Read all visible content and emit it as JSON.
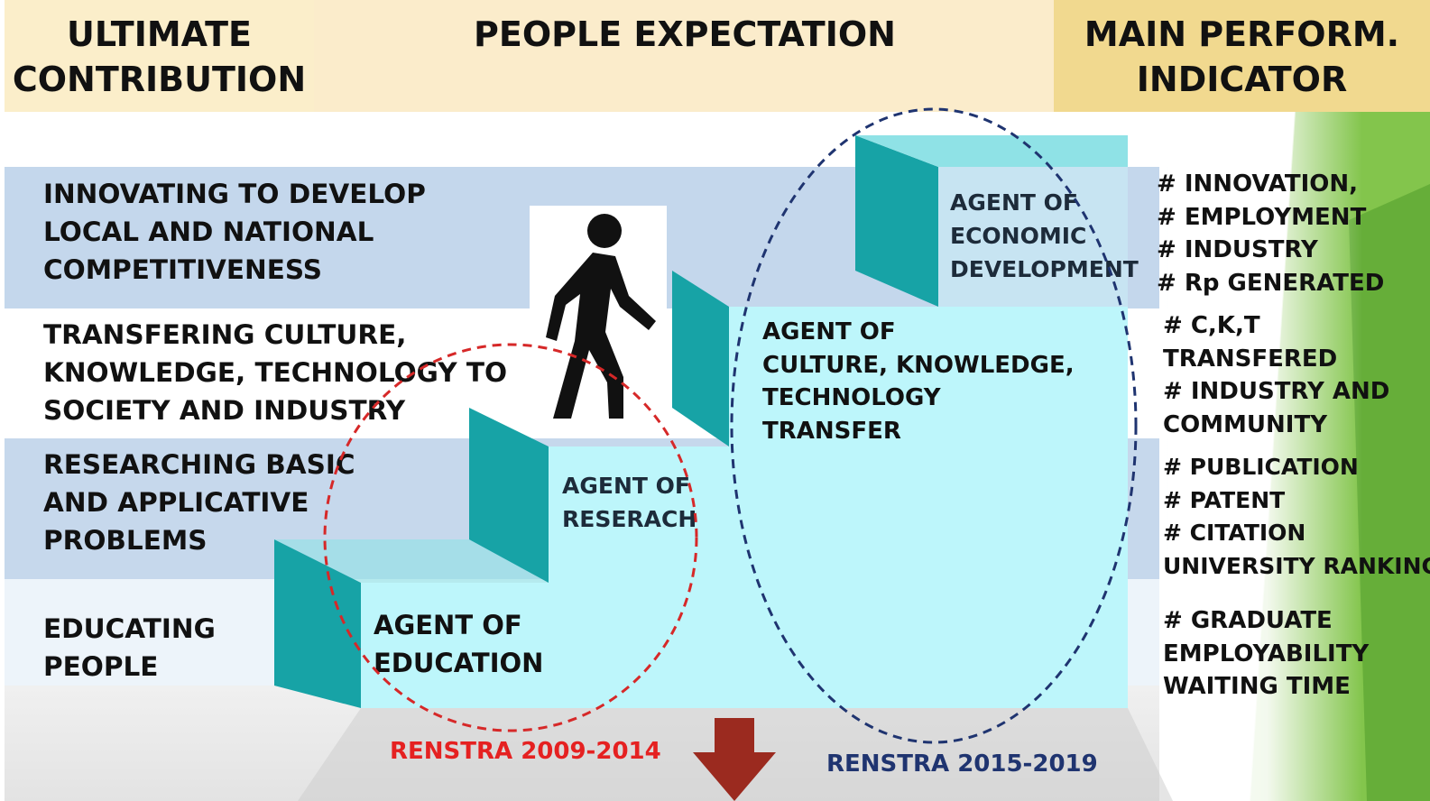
{
  "headers": {
    "left": [
      "ULTIMATE",
      "CONTRIBUTION"
    ],
    "middle": "PEOPLE EXPECTATION",
    "right": [
      "MAIN PERFORM.",
      "INDICATOR"
    ]
  },
  "rows": [
    {
      "label": [
        "INNOVATING TO DEVELOP",
        "LOCAL AND NATIONAL",
        "COMPETITIVENESS"
      ]
    },
    {
      "label": [
        "TRANSFERING CULTURE,",
        "KNOWLEDGE, TECHNOLOGY TO",
        "SOCIETY AND INDUSTRY"
      ]
    },
    {
      "label": [
        "RESEARCHING BASIC",
        "AND APPLICATIVE",
        "PROBLEMS"
      ]
    },
    {
      "label": [
        "EDUCATING",
        "PEOPLE"
      ]
    }
  ],
  "agents": {
    "economic": [
      "AGENT OF",
      "ECONOMIC",
      "DEVELOPMENT"
    ],
    "culture": [
      "AGENT OF",
      "CULTURE, KNOWLEDGE,",
      "TECHNOLOGY",
      "TRANSFER"
    ],
    "research": [
      "AGENT OF",
      "RESERACH"
    ],
    "education": [
      "AGENT OF",
      "EDUCATION"
    ]
  },
  "indicators": {
    "economic": [
      "# INNOVATION,",
      "# EMPLOYMENT",
      "# INDUSTRY",
      "# Rp GENERATED"
    ],
    "culture": [
      "# C,K,T",
      "TRANSFERED",
      "# INDUSTRY AND",
      "COMMUNITY"
    ],
    "research": [
      "# PUBLICATION",
      "# PATENT",
      "# CITATION",
      "UNIVERSITY RANKING"
    ],
    "education": [
      "# GRADUATE",
      "EMPLOYABILITY",
      "WAITING TIME"
    ]
  },
  "renstra": {
    "first": "RENSTRA 2009-2014",
    "second": "RENSTRA 2015-2019"
  },
  "colors": {
    "step_front": "#bdf6fb",
    "step_side": "#17a3a6",
    "renstra_first": "#e52121",
    "renstra_second": "#1f3470",
    "arrow": "#9b2a1f",
    "accent_green": "#7cc242"
  },
  "icons": [
    "walking-person-icon",
    "down-arrow-icon"
  ]
}
